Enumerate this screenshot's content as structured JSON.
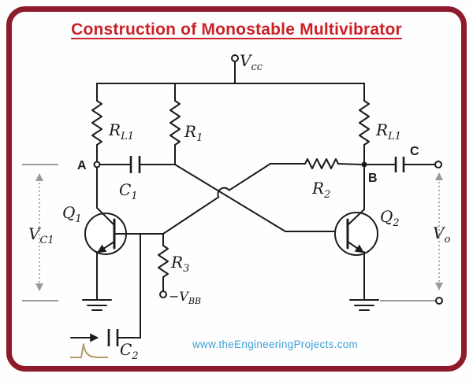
{
  "title": "Construction of Monostable Multivibrator",
  "footer": {
    "website": "www.theEngineeringProjects.com"
  },
  "colors": {
    "border": "#8e1b2b",
    "title": "#cb2127",
    "wire": "#1b1b1b",
    "measure": "#9a9a9a",
    "trigger": "#b59a6e",
    "website": "#3aa0d8"
  },
  "labels": {
    "vcc": {
      "main": "V",
      "sub": "cc"
    },
    "rl1_left": {
      "main": "R",
      "sub": "L1"
    },
    "r1": {
      "main": "R",
      "sub": "1"
    },
    "rl1_right": {
      "main": "R",
      "sub": "L1"
    },
    "r2": {
      "main": "R",
      "sub": "2"
    },
    "r3": {
      "main": "R",
      "sub": "3"
    },
    "c1": {
      "main": "C",
      "sub": "1"
    },
    "c2": {
      "main": "C",
      "sub": "2"
    },
    "q1": {
      "main": "Q",
      "sub": "1"
    },
    "q2": {
      "main": "Q",
      "sub": "2"
    },
    "vc1": {
      "main": "V",
      "sub": "C1"
    },
    "vo": {
      "main": "V",
      "sub": "o"
    },
    "vbb": {
      "main": "−V",
      "sub": "BB"
    },
    "node_a": "A",
    "node_b": "B",
    "node_c": "C"
  }
}
